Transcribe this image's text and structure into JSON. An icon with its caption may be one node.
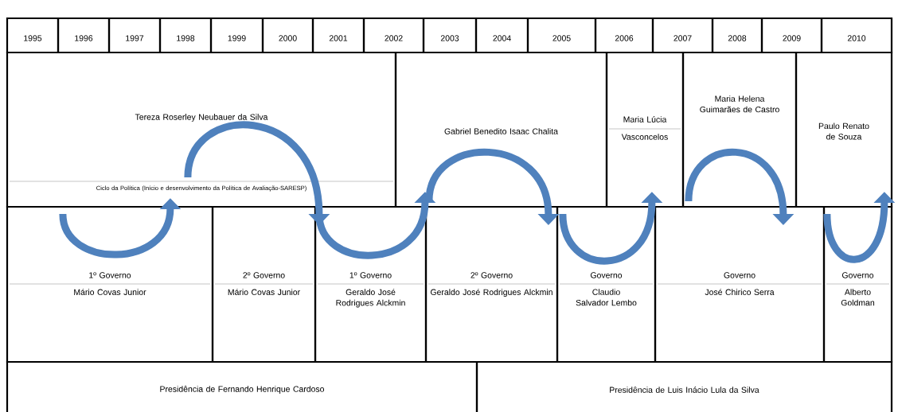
{
  "diagram": {
    "nodes": [
      {
        "text": [
          "1995"
        ]
      },
      {
        "text": [
          "1996"
        ]
      },
      {
        "text": [
          "1997"
        ]
      },
      {
        "text": [
          "1998"
        ]
      },
      {
        "text": [
          "1999"
        ]
      },
      {
        "text": [
          "2000"
        ]
      },
      {
        "text": [
          "2001"
        ]
      },
      {
        "text": [
          "2002"
        ]
      },
      {
        "text": [
          "2003"
        ]
      },
      {
        "text": [
          "2004"
        ]
      },
      {
        "text": [
          "2005"
        ]
      },
      {
        "text": [
          "2006"
        ]
      },
      {
        "text": [
          "2007"
        ]
      },
      {
        "text": [
          "2008"
        ]
      },
      {
        "text": [
          "2009"
        ]
      },
      {
        "text": [
          "2010"
        ]
      },
      {
        "text": [
          "Tereza Roserley Neubauer da Silva",
          "Ciclo da Política (Início e desenvolvimento da Política de Avaliação-SARESP)"
        ]
      },
      {
        "text": [
          "Gabriel Benedito Isaac Chalita"
        ]
      },
      {
        "text": [
          "Maria Lúcia",
          "Vasconcelos"
        ]
      },
      {
        "text": [
          "Maria Helena Guimarães de Castro"
        ]
      },
      {
        "text": [
          "Paulo Renato de Souza"
        ]
      },
      {
        "text": [
          "1º Governo",
          "Mário Covas Junior"
        ]
      },
      {
        "text": [
          "2º Governo",
          "Mário Covas Junior"
        ]
      },
      {
        "text": [
          "1º Governo",
          "Geraldo José Rodrigues Alckmin"
        ]
      },
      {
        "text": [
          "2º Governo",
          "Geraldo José Rodrigues Alckmin"
        ]
      },
      {
        "text": [
          "Governo",
          "Claudio Salvador Lembo"
        ]
      },
      {
        "text": [
          "Governo",
          "José Chirico Serra"
        ]
      },
      {
        "text": [
          "Governo",
          "Alberto Goldman"
        ]
      },
      {
        "text": [
          "Presidência de Fernando Henrique Cardoso"
        ]
      },
      {
        "text": [
          "Presidência de Luis Inácio Lula da Silva"
        ]
      }
    ],
    "edges": [
      {
        "from": 21,
        "to": 16,
        "arrow": "to"
      },
      {
        "from": 16,
        "to": 23,
        "arrow": "to"
      },
      {
        "from": 23,
        "to": 17,
        "arrow": "to"
      },
      {
        "from": 17,
        "to": 24,
        "arrow": "to"
      },
      {
        "from": 25,
        "to": 18,
        "arrow": "to"
      },
      {
        "from": 19,
        "to": 26,
        "arrow": "to"
      },
      {
        "from": 27,
        "to": 20,
        "arrow": "to"
      }
    ]
  }
}
